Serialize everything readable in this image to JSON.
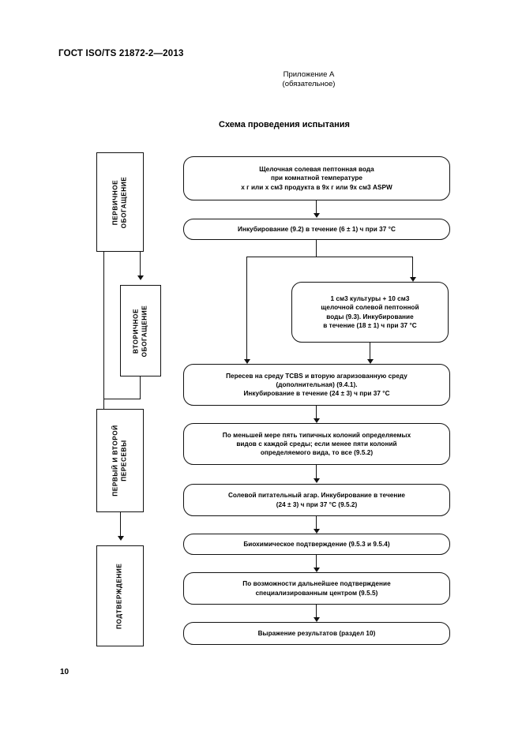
{
  "document": {
    "standard_title": "ГОСТ ISO/TS 21872-2—2013",
    "annex_line1": "Приложение А",
    "annex_line2": "(обязательное)",
    "scheme_title": "Схема проведения испытания",
    "page_number": "10"
  },
  "stages": [
    {
      "id": "primary-enrichment",
      "label_line1": "ПЕРВИЧНОЕ",
      "label_line2": "ОБОГАЩЕНИЕ"
    },
    {
      "id": "secondary-enrichment",
      "label_line1": "ВТОРИЧНОЕ",
      "label_line2": "ОБОГАЩЕНИЕ"
    },
    {
      "id": "first-second-subculture",
      "label_line1": "ПЕРВЫЙ И ВТОРОЙ",
      "label_line2": "ПЕРЕСЕВЫ"
    },
    {
      "id": "confirmation",
      "label_line1": "ПОДТВЕРЖДЕНИЕ",
      "label_line2": ""
    }
  ],
  "nodes": [
    {
      "id": "aspw",
      "lines": [
        "Щелочная солевая пептонная вода",
        "при комнатной температуре",
        "x г или x см3 продукта в 9x г или 9x см3 ASPW"
      ]
    },
    {
      "id": "incubation-1",
      "lines": [
        "Инкубирование (9.2) в течение (6 ± 1) ч при 37 °С"
      ]
    },
    {
      "id": "secondary-culture",
      "lines": [
        "1 см3 культуры + 10 см3",
        "щелочной солевой пептонной",
        "воды (9.3). Инкубирование",
        "в течение (18 ± 1) ч при 37 °С"
      ]
    },
    {
      "id": "tcbs-subculture",
      "lines": [
        "Пересев на среду TCBS и вторую агаризованную среду",
        "(дополнительная) (9.4.1).",
        "Инкубирование в течение (24  ± 3) ч при 37 °С"
      ]
    },
    {
      "id": "colony-selection",
      "lines": [
        "По меньшей мере пять типичных колоний определяемых",
        "видов с каждой среды; если менее пяти колоний",
        "определяемого вида, то все (9.5.2)"
      ]
    },
    {
      "id": "saline-nutrient-agar",
      "lines": [
        "Солевой питательный агар. Инкубирование в течение",
        "(24 ± 3) ч при 37 °С (9.5.2)"
      ]
    },
    {
      "id": "biochemical-confirmation",
      "lines": [
        "Биохимическое подтверждение (9.5.3 и 9.5.4)"
      ]
    },
    {
      "id": "specialized-center",
      "lines": [
        "По возможности дальнейшее подтверждение",
        "специализированным центром (9.5.5)"
      ]
    },
    {
      "id": "results",
      "lines": [
        "Выражение результатов (раздел 10)"
      ]
    }
  ]
}
